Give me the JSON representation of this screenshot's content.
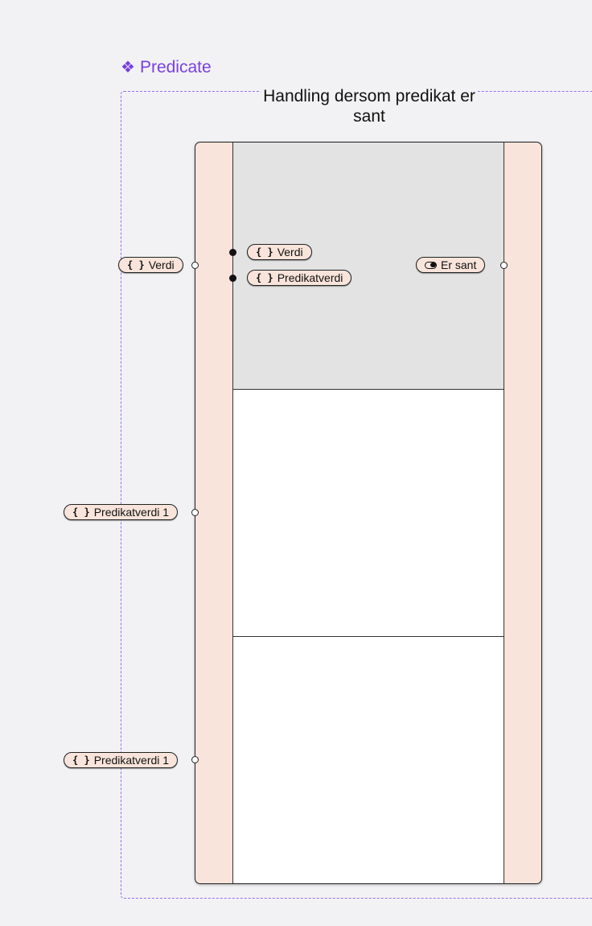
{
  "frame": {
    "label": "Predicate",
    "icon": "component-diamond-icon",
    "accent": "#7b3fe0",
    "title": "Handling dersom predikat er sant"
  },
  "node": {
    "fill": "#f8e4da",
    "inputs": [
      {
        "label": "Verdi",
        "type": "value"
      },
      {
        "label": "Predikatverdi 1",
        "type": "value"
      },
      {
        "label": "Predikatverdi 1",
        "type": "value"
      }
    ],
    "output": {
      "label": "Er sant",
      "type": "boolean"
    },
    "inner_inputs": [
      {
        "label": "Verdi",
        "type": "value"
      },
      {
        "label": "Predikatverdi",
        "type": "value"
      }
    ]
  },
  "icons": {
    "value": "{ }",
    "boolean": "toggle-icon"
  }
}
